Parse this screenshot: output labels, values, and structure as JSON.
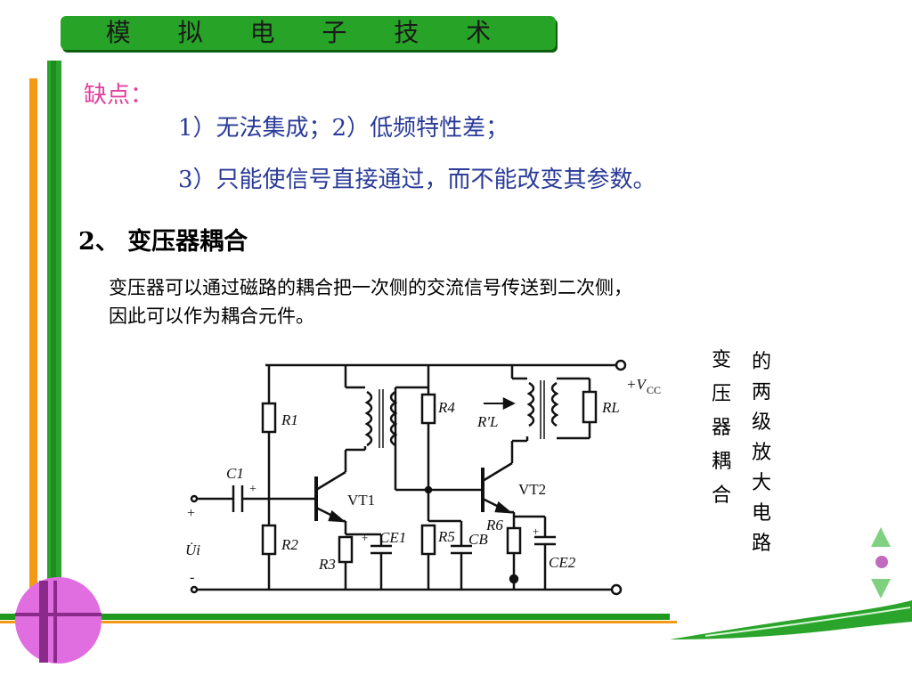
{
  "header": {
    "title": "模 拟 电 子 技 术"
  },
  "disadvantages": {
    "label": "缺点：",
    "line1": "1）无法集成；2）低频特性差；",
    "line2": "3）只能使信号直接通过，而不能改变其参数。"
  },
  "section": {
    "title": "2、 变压器耦合",
    "para1": "变压器可以通过磁路的耦合把一次侧的交流信号传送到二次侧，",
    "para2": "因此可以作为耦合元件。"
  },
  "caption": {
    "col1": [
      "变",
      "压",
      "器",
      "耦",
      "合"
    ],
    "col2": [
      "的",
      "两",
      "级",
      "放",
      "大",
      "电",
      "路"
    ]
  },
  "circuit": {
    "vcc": "+V",
    "vcc_sub": "CC",
    "r1": "R1",
    "r2": "R2",
    "r3": "R3",
    "r4": "R4",
    "r5": "R5",
    "r6": "R6",
    "rl": "RL",
    "rl_prime": "R'L",
    "c1": "C1",
    "ce1": "CE1",
    "cb": "CB",
    "ce2": "CE2",
    "vt1": "VT1",
    "vt2": "VT2",
    "ui": "U̇i",
    "plus": "+",
    "minus": "-"
  },
  "colors": {
    "banner": "#27a327",
    "pink": "#e0409e",
    "blue": "#2a3b98",
    "orange": "#f39a14"
  }
}
